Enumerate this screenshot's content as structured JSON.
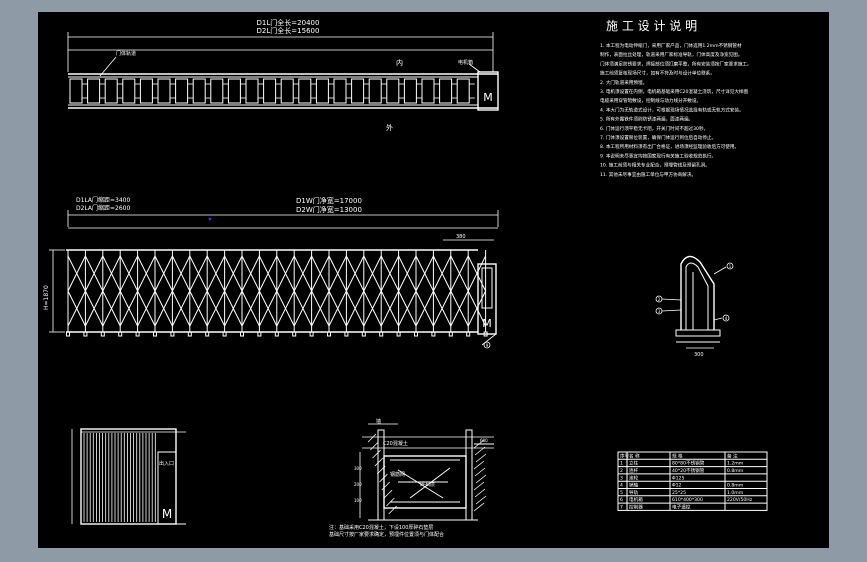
{
  "colors": {
    "background": "#8e9aa6",
    "sheet": "#000000",
    "ink": "#ffffff",
    "accent": "#3a3aff"
  },
  "plan_view": {
    "dim_line1": "D1L门全长=20400",
    "dim_line2": "D2L门全长=15600",
    "label_inside": "内",
    "label_outside": "外",
    "note_left": "门体轨道",
    "note_right": "电机箱",
    "motor_mark": "M"
  },
  "elevation": {
    "dim_left_line1": "D1LA门缩距=3400",
    "dim_left_line2": "D2LA门缩距=2600",
    "dim_main_line1": "D1W门净宽=17000",
    "dim_main_line2": "D2W门净宽=13000",
    "height_label": "H=1870",
    "top_dim": "380",
    "motor_mark": "M",
    "callout": "9"
  },
  "notes": {
    "title": "施 工 设 计 说 明",
    "lines": [
      "1. 本工程为电动伸缩门，采用厂家产品，门体选用1.2mm不锈钢管材",
      "制作，表面拉丝处理，轨道采用厂家标准导轨，门体高度及净宽见图。",
      "  门体须满足防锈要求，焊接部位须打磨平整，所有安装须按厂家要求施工。",
      "  施工前须复核现场尺寸，如有不符及时与设计单位联系。",
      "2. 大门轨道采用预埋。",
      "3. 电机须设置在内侧，电机箱基础采用C20混凝土浇筑，尺寸详见大样图",
      "  电缆采用穿管暗敷设，控制线与动力线分开敷设。",
      "4. 本大门为无轨道式设计，可根据现场情况选择有轨或无轨方式安装。",
      "5. 所有外露铁件须刷防锈漆两遍，面漆两遍。",
      "6. 门体运行须平稳无卡阻，开关门时间不超过30秒。",
      "7. 门体须设置限位装置，确保门体运行到位后自动停止。",
      "8. 本工程所用材料须有出厂合格证，进场须经监理验收后方可使用。",
      "9. 本说明未尽事宜均按国家现行有关施工验收规范执行。",
      "10. 施工前须与相关专业配合，预埋管线及预留孔洞。",
      "11. 其他未尽事宜由施工单位与甲方协商解决。"
    ]
  },
  "detail_callouts": [
    "1",
    "2",
    "3",
    "4"
  ],
  "detail_dim": "300",
  "post_view": {
    "mark": "M",
    "label": "出入口"
  },
  "section": {
    "labels": [
      "墙",
      "C20混凝土",
      "钢筋网",
      "碎石层"
    ],
    "dims": [
      "300",
      "200",
      "100",
      "600"
    ],
    "notes": [
      "注：基础采用C20混凝土，下设100厚碎石垫层",
      "  基础尺寸按厂家要求确定，预埋件位置须与门体配合"
    ]
  },
  "table": {
    "headers": [
      "序号",
      "名 称",
      "规 格",
      "备 注"
    ],
    "rows": [
      [
        "1",
        "立柱",
        "80*80不锈钢管",
        "1.2mm"
      ],
      [
        "2",
        "连杆",
        "40*20不锈钢管",
        "0.8mm"
      ],
      [
        "3",
        "滚轮",
        "Φ125",
        ""
      ],
      [
        "4",
        "销轴",
        "Φ12",
        "0.8mm"
      ],
      [
        "5",
        "导轨",
        "25*25",
        "1.0mm"
      ],
      [
        "6",
        "电机箱",
        "610*400*300",
        "220V/50Hz"
      ],
      [
        "7",
        "控制器",
        "电子遥控",
        ""
      ]
    ]
  }
}
